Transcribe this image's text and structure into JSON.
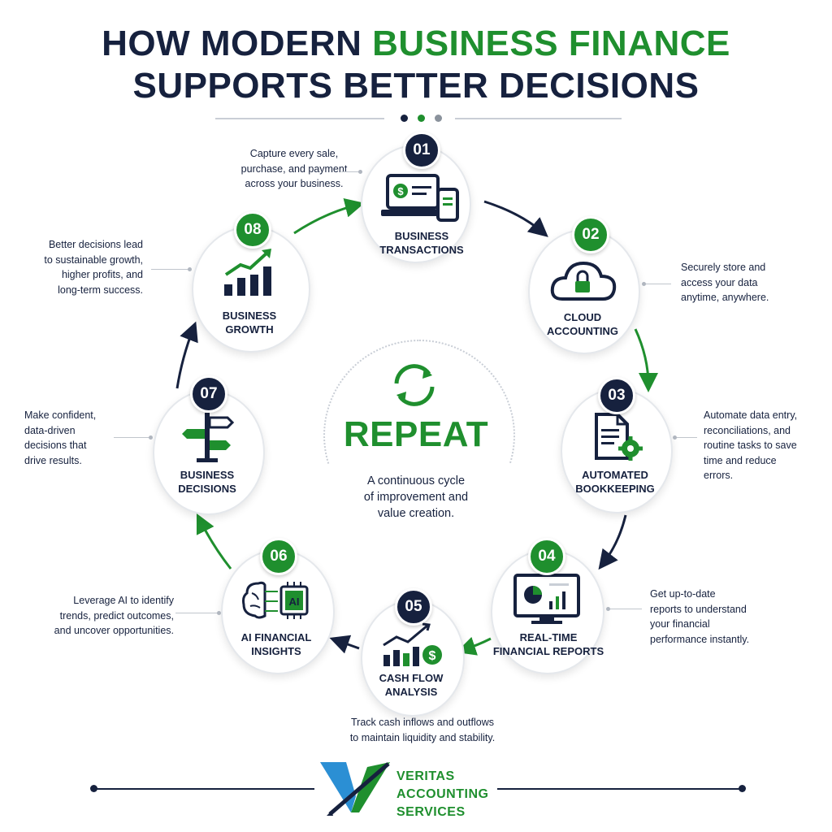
{
  "title": {
    "line1_prefix": "HOW MODERN ",
    "line1_highlight": "BUSINESS FINANCE",
    "line2": "SUPPORTS BETTER DECISIONS"
  },
  "colors": {
    "navy": "#16213e",
    "green": "#1f8f2e",
    "gray": "#c9ced6"
  },
  "center": {
    "icon": "cycle-arrows-icon",
    "title": "REPEAT",
    "description": "A continuous cycle\nof improvement and\nvalue creation."
  },
  "steps": [
    {
      "number": "01",
      "label": "BUSINESS\nTRANSACTIONS",
      "icon": "laptop-phone-dollar-icon",
      "description": "Capture every sale,\npurchase, and payment\nacross your business."
    },
    {
      "number": "02",
      "label": "CLOUD\nACCOUNTING",
      "icon": "cloud-lock-icon",
      "description": "Securely store and\naccess your data\nanytime, anywhere."
    },
    {
      "number": "03",
      "label": "AUTOMATED\nBOOKKEEPING",
      "icon": "document-gear-icon",
      "description": "Automate data entry,\nreconciliations, and\nroutine tasks to save\ntime and reduce\nerrors."
    },
    {
      "number": "04",
      "label": "REAL-TIME\nFINANCIAL REPORTS",
      "icon": "monitor-chart-icon",
      "description": "Get up-to-date\nreports to understand\nyour financial\nperformance instantly."
    },
    {
      "number": "05",
      "label": "CASH FLOW\nANALYSIS",
      "icon": "bars-dollar-icon",
      "description": "Track cash inflows and outflows\nto maintain liquidity and stability."
    },
    {
      "number": "06",
      "label": "AI FINANCIAL\nINSIGHTS",
      "icon": "brain-ai-chip-icon",
      "description": "Leverage AI to identify\ntrends, predict outcomes,\nand uncover opportunities."
    },
    {
      "number": "07",
      "label": "BUSINESS\nDECISIONS",
      "icon": "signpost-icon",
      "description": "Make confident,\ndata-driven\ndecisions that\ndrive results."
    },
    {
      "number": "08",
      "label": "BUSINESS\nGROWTH",
      "icon": "growth-chart-icon",
      "description": "Better decisions lead\nto sustainable growth,\nhigher profits, and\nlong-term success."
    }
  ],
  "brand": {
    "name": "VERITAS\nACCOUNTING\nSERVICES",
    "logo": "v-pen-logo-icon"
  }
}
